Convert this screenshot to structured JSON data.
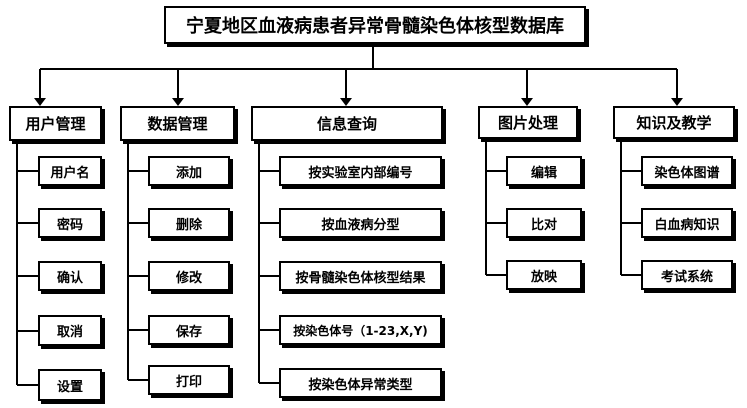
{
  "title": "宁夏地区血液病患者异常骨髓染色体核型数据库",
  "categories": [
    {
      "label": "用户管理",
      "items": [
        "用户名",
        "密码",
        "确认",
        "取消",
        "设置"
      ]
    },
    {
      "label": "数据管理",
      "items": [
        "添加",
        "删除",
        "修改",
        "保存",
        "打印"
      ]
    },
    {
      "label": "信息查询",
      "items": [
        "按实验室内部编号",
        "按血液病分型",
        "按骨髓染色体核型结果",
        "按染色体号（1-23,X,Y)",
        "按染色体异常类型"
      ]
    },
    {
      "label": "图片处理",
      "items": [
        "编辑",
        "比对",
        "放映"
      ]
    },
    {
      "label": "知识及教学",
      "items": [
        "染色体图谱",
        "白血病知识",
        "考试系统"
      ]
    }
  ]
}
